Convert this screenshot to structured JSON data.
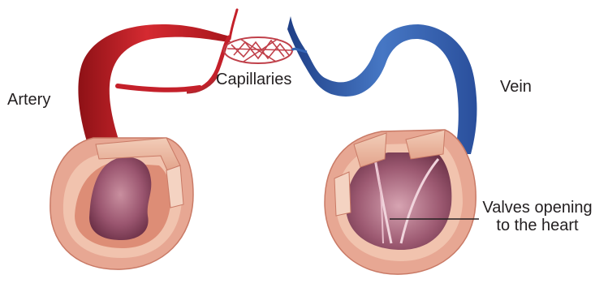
{
  "diagram": {
    "labels": {
      "artery": "Artery",
      "capillaries": "Capillaries",
      "vein": "Vein",
      "valves_line1": "Valves opening",
      "valves_line2": "to the heart"
    },
    "colors": {
      "artery": "#c4202a",
      "artery_dark": "#8e1116",
      "vein": "#3565b5",
      "vein_dark": "#1f3f86",
      "wall_outer": "#e9b9a0",
      "wall_mid": "#d9866f",
      "lumen": "#8e4a63",
      "lumen_light": "#c98f9f",
      "capillary": "#c0404a"
    }
  }
}
